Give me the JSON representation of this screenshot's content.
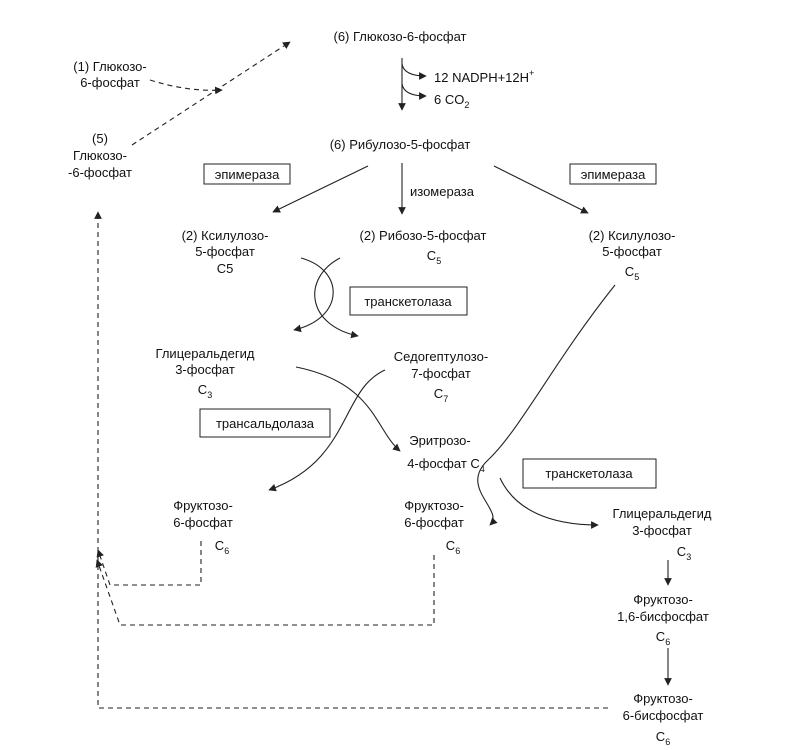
{
  "nodes": {
    "g6p_top": "(6) Глюкозо-6-фосфат",
    "g6p_one_line1": "(1) Глюкозо-",
    "g6p_one_line2": "6-фосфат",
    "g6p_five_line1": "(5)",
    "g6p_five_line2": "Глюкозо-",
    "g6p_five_line3": "-6-фосфат",
    "nadph": "12 NADPH+12H",
    "nadph_sup": "+",
    "co2": "6 CO",
    "co2_sub": "2",
    "ribulose": "(6) Рибулозо-5-фосфат",
    "xylulose_left_line1": "(2) Ксилулозо-",
    "xylulose_left_line2": "5-фосфат",
    "xylulose_left_line3": "C5",
    "ribose_line1": "(2) Рибозо-5-фосфат",
    "ribose_c": "C",
    "ribose_c_sub": "5",
    "xylulose_right_line1": "(2) Ксилулозо-",
    "xylulose_right_line2": "5-фосфат",
    "xylulose_right_c": "C",
    "xylulose_right_c_sub": "5",
    "gap_left_line1": "Глицеральдегид",
    "gap_left_line2": "3-фосфат",
    "gap_left_c": "C",
    "gap_left_c_sub": "3",
    "sedo_line1": "Седогептулозо-",
    "sedo_line2": "7-фосфат",
    "sedo_c": "C",
    "sedo_c_sub": "7",
    "erythrose_line1": "Эритрозо-",
    "erythrose_line2": "4-фосфат C",
    "erythrose_c_sub": "4",
    "f6p_left_line1": "Фруктозо-",
    "f6p_left_line2": "6-фосфат",
    "f6p_left_c": "C",
    "f6p_left_c_sub": "6",
    "f6p_mid_line1": "Фруктозо-",
    "f6p_mid_line2": "6-фосфат",
    "f6p_mid_c": "C",
    "f6p_mid_c_sub": "6",
    "gap_right_line1": "Глицеральдегид",
    "gap_right_line2": "3-фосфат",
    "gap_right_c": "C",
    "gap_right_c_sub": "3",
    "fbp_line1": "Фруктозо-",
    "fbp_line2": "1,6-бисфосфат",
    "fbp_c": "C",
    "fbp_c_sub": "6",
    "f6bp_line1": "Фруктозо-",
    "f6bp_line2": "6-бисфосфат",
    "f6bp_c": "C",
    "f6bp_c_sub": "6"
  },
  "enzymes": {
    "epimerase_left": "эпимераза",
    "epimerase_right": "эпимераза",
    "isomerase": "изомераза",
    "transketolase_upper": "транскетолаза",
    "transaldolase": "трансальдолаза",
    "transketolase_lower": "транскетолаза"
  }
}
